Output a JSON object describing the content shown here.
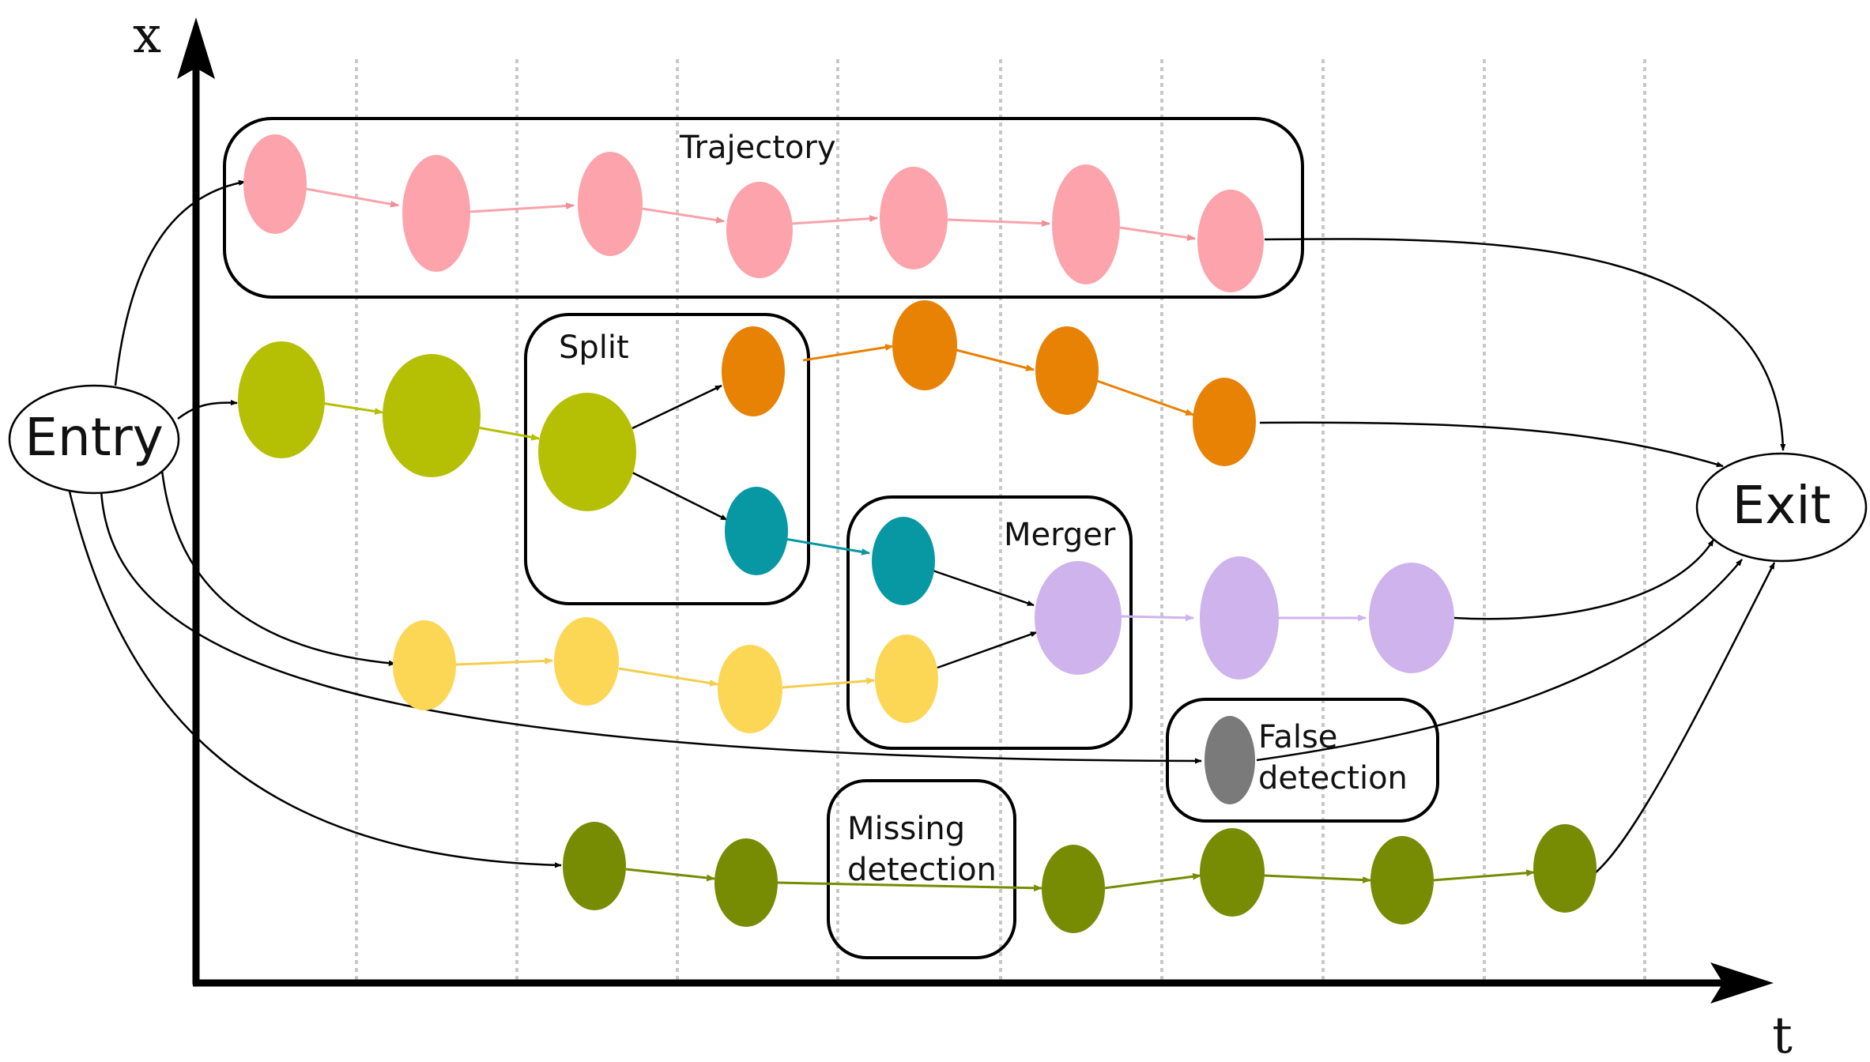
{
  "axes": {
    "x_label": "x",
    "t_label": "t"
  },
  "terminals": {
    "entry": "Entry",
    "exit": "Exit"
  },
  "boxes": {
    "trajectory": "Trajectory",
    "split": "Split",
    "merger": "Merger",
    "false_detection": [
      "False",
      "detection"
    ],
    "missing_detection": [
      "Missing",
      "detection"
    ]
  },
  "colors": {
    "pink": "#fca3ab",
    "lime": "#b5bf04",
    "orange": "#e88205",
    "teal": "#0798a4",
    "yellow": "#fcd655",
    "lavender": "#cfb3ec",
    "olive": "#778b03",
    "grey": "#7a7a7a"
  }
}
